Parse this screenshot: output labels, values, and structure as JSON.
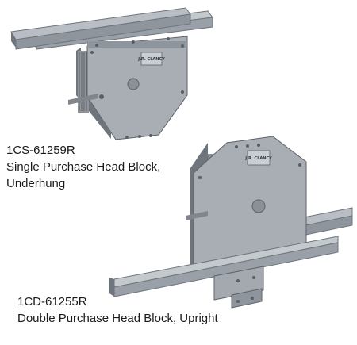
{
  "products": [
    {
      "model": "1CS-61259R",
      "description_line1": "Single Purchase Head Block,",
      "description_line2": "Underhung",
      "badge_text": "J.R. CLANCY"
    },
    {
      "model": "1CD-61255R",
      "description_line1": "Double Purchase Head Block, Upright",
      "badge_text": "J.R. CLANCY"
    }
  ],
  "colors": {
    "steel_light": "#b9bec4",
    "steel_mid": "#9aa0a7",
    "steel_dark": "#6f757c",
    "steel_shadow": "#50555b",
    "cable": "#8e949a",
    "text": "#1a1a1a"
  }
}
